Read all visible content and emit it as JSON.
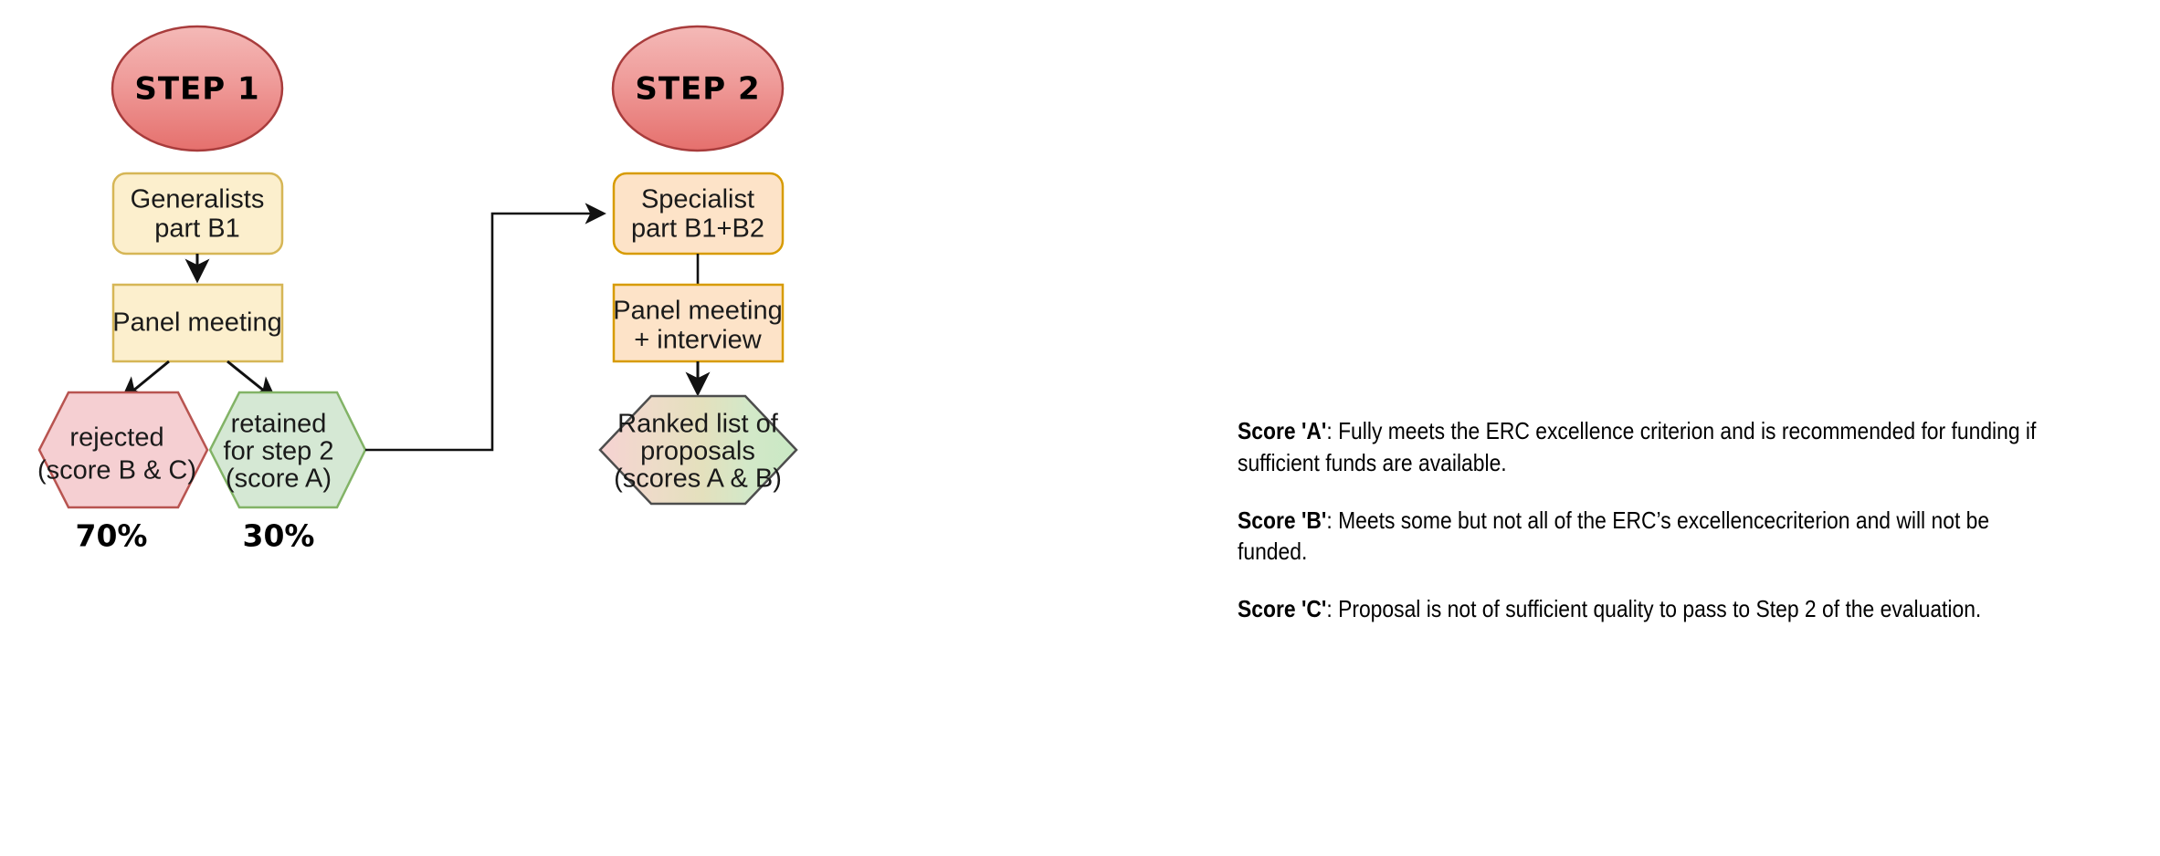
{
  "diagram": {
    "title": "ERC two-step evaluation flowchart",
    "colors": {
      "step_ellipse_fill_top": "#f2b0ae",
      "step_ellipse_fill_bottom": "#e8726f",
      "step_ellipse_stroke": "#a83c3c",
      "yellow_fill": "#fcefcd",
      "yellow_stroke": "#d6b656",
      "orange_fill": "#fde3c8",
      "orange_stroke": "#d79b00",
      "pink_fill": "#f5cfd2",
      "pink_stroke": "#b85450",
      "green_fill": "#d5e8d4",
      "green_stroke": "#82b366",
      "gray_stroke": "#4d4d4d",
      "connector": "#1a1a1a"
    },
    "step1": {
      "badge": "STEP 1",
      "box_generalists": "Generalists\npart B1",
      "box_generalists_line1": "Generalists",
      "box_generalists_line2": "part B1",
      "box_panel": "Panel meeting",
      "hex_rejected_line1": "rejected",
      "hex_rejected_line2": "(score B & C)",
      "hex_retained_line1": "retained",
      "hex_retained_line2": "for step 2",
      "hex_retained_line3": "(score A)",
      "pct_rejected": "70%",
      "pct_retained": "30%"
    },
    "step2": {
      "badge": "STEP 2",
      "box_specialist_line1": "Specialist",
      "box_specialist_line2": "part B1+B2",
      "box_panel_line1": "Panel meeting",
      "box_panel_line2": "+ interview",
      "hex_ranked_line1": "Ranked list of",
      "hex_ranked_line2": "proposals",
      "hex_ranked_line3": "(scores A & B)"
    }
  },
  "legend": {
    "items": [
      {
        "key": "Score 'A'",
        "text": ": Fully meets the ERC excellence criterion and is recommended for funding if sufficient funds are available."
      },
      {
        "key": "Score 'B'",
        "text": ": Meets some but not all of the ERC’s excellencecriterion and will not be funded."
      },
      {
        "key": "Score 'C'",
        "text": ": Proposal is not of sufficient quality to pass to Step 2 of the evaluation."
      }
    ]
  }
}
